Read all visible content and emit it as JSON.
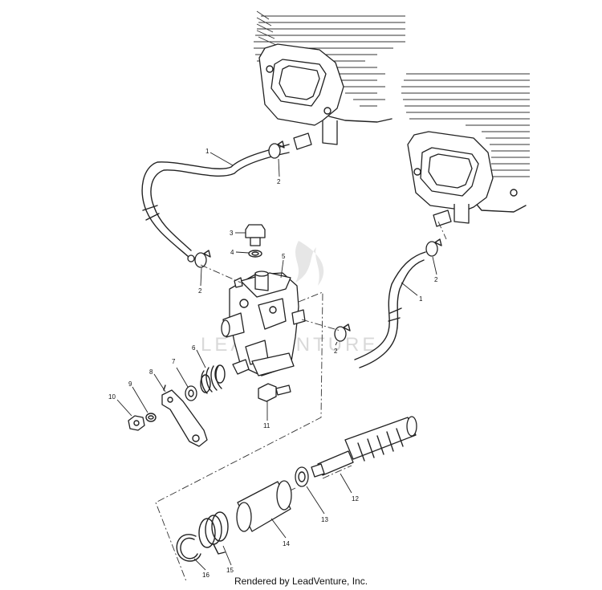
{
  "watermark": "LEADVENTURE",
  "footer": "Rendered by LeadVenture, Inc.",
  "callouts": {
    "c1a": "1",
    "c2a": "2",
    "c1b": "1",
    "c2b": "2",
    "c2c": "2",
    "c2d": "2",
    "c3": "3",
    "c4": "4",
    "c5": "5",
    "c6": "6",
    "c7": "7",
    "c8": "8",
    "c9": "9",
    "c10": "10",
    "c11": "11",
    "c12": "12",
    "c13": "13",
    "c14": "14",
    "c15": "15",
    "c16": "16"
  },
  "colors": {
    "line": "#222222",
    "watermark": "#d9d9d9",
    "background": "#ffffff"
  }
}
